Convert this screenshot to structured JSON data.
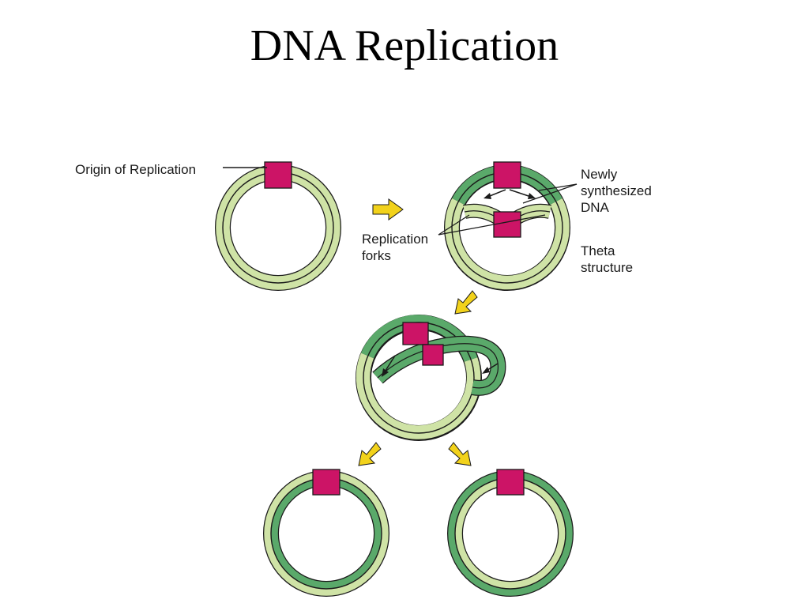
{
  "title": "DNA Replication",
  "labels": {
    "origin": "Origin of Replication",
    "newly": [
      "Newly",
      "synthesized",
      "DNA"
    ],
    "forks": [
      "Replication",
      "forks"
    ],
    "theta": [
      "Theta",
      "structure"
    ]
  },
  "colors": {
    "parental_strand": "#cfe3a6",
    "new_strand": "#5aa96a",
    "origin": "#cc1466",
    "arrow": "#f2d21b",
    "outline": "#1a1a1a"
  }
}
